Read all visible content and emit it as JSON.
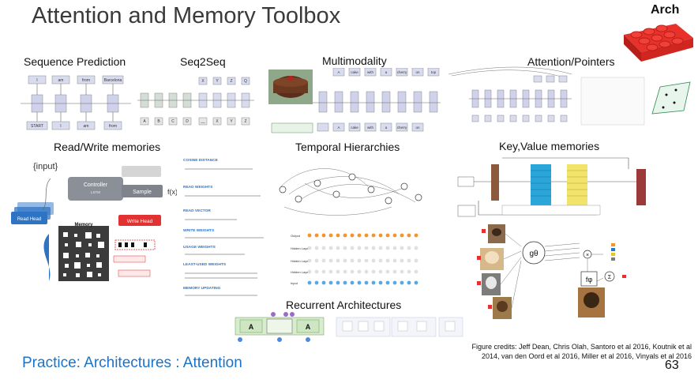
{
  "slide": {
    "title": "Attention and Memory Toolbox",
    "badge": "Arch",
    "footer": "Practice: Architectures : Attention",
    "page_number": "63",
    "credits": "Figure credits: Jeff Dean, Chris Olah, Santoro et al 2016, Koutnik et al 2014, van den Oord et al 2016, Miller et al 2016, Vinyals et al 2016"
  },
  "panels": {
    "sequence_prediction": "Sequence Prediction",
    "seq2seq": "Seq2Seq",
    "multimodality": "Multimodality",
    "attention_pointers": "Attention/Pointers",
    "read_write": "Read/Write memories",
    "temporal": "Temporal Hierarchies",
    "keyvalue": "Key,Value memories",
    "recurrent": "Recurrent Architectures"
  },
  "seqpred": {
    "tops": [
      "I",
      "am",
      "from",
      "Barcelona"
    ],
    "bottoms": [
      "START",
      "I",
      "am",
      "from"
    ]
  },
  "seq2seq": {
    "tops": [
      "X",
      "Y",
      "Z",
      "Q"
    ],
    "bottoms": [
      "A",
      "B",
      "C",
      "D",
      "__",
      "X",
      "Y",
      "Z"
    ]
  },
  "multimodal": {
    "tops": [
      "A",
      "cake",
      "with",
      "a",
      "cherry",
      "on",
      "top"
    ],
    "bottoms": [
      "A",
      "cake",
      "with",
      "a",
      "cherry",
      "on"
    ]
  },
  "rw": {
    "input": "{input}",
    "controller": "Controller",
    "controller_sub": "LSTM",
    "sample": "Sample",
    "write_head": "Write Head",
    "read_head": "Read Head",
    "memory": "Memory",
    "f_out": "f(x)",
    "equations": [
      "COSINE DISTANCE",
      "READ WEIGHTS",
      "READ VECTOR",
      "WRITE WEIGHTS",
      "USAGE WEIGHTS",
      "LEAST-USED WEIGHTS",
      "MEMORY UPDATING"
    ]
  },
  "temporal": {
    "rows": [
      "Output",
      "Hidden Layer",
      "Hidden Layer",
      "Hidden Layer",
      "Input"
    ]
  },
  "kv": {
    "g_label": "gθ",
    "f_label": "fφ"
  },
  "recurrent": {
    "cell_label": "A"
  }
}
